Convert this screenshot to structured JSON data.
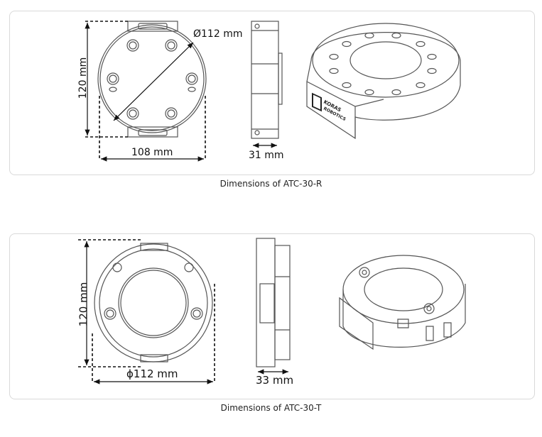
{
  "figures": [
    {
      "caption": "Dimensions of ATC-30-R",
      "height": "120 mm",
      "width": "108 mm",
      "diameter": "Ø112 mm",
      "thickness": "31 mm",
      "logo": "KORAS ROBOTICS"
    },
    {
      "caption": "Dimensions of ATC-30-T",
      "height": "120 mm",
      "diameter": "ϕ112 mm",
      "thickness": "33 mm"
    }
  ]
}
